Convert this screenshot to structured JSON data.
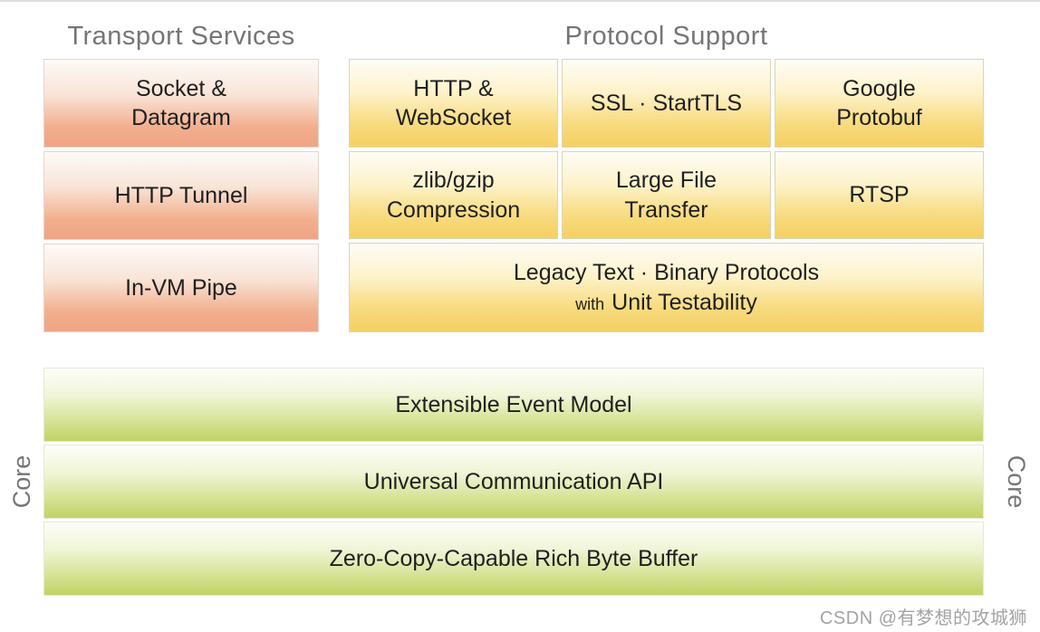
{
  "page": {
    "background": "#ffffff",
    "watermark": "CSDN @有梦想的攻城狮"
  },
  "headers": {
    "transport": "Transport Services",
    "protocol": "Protocol Support"
  },
  "transport_services": {
    "boxes": [
      {
        "label": "Socket &\nDatagram"
      },
      {
        "label": "HTTP Tunnel"
      },
      {
        "label": "In-VM Pipe"
      }
    ]
  },
  "protocol_support": {
    "cells": [
      {
        "label": "HTTP &\nWebSocket"
      },
      {
        "label": "SSL · StartTLS"
      },
      {
        "label": "Google\nProtobuf"
      },
      {
        "label": "zlib/gzip\nCompression"
      },
      {
        "label": "Large File\nTransfer"
      },
      {
        "label": "RTSP"
      }
    ],
    "legacy": {
      "line1": "Legacy Text · Binary Protocols",
      "with_word": "with",
      "line2_rest": "Unit Testability"
    }
  },
  "core": {
    "left_label": "Core",
    "right_label": "Core",
    "rows": [
      {
        "label": "Extensible Event Model"
      },
      {
        "label": "Universal Communication API"
      },
      {
        "label": "Zero-Copy-Capable Rich Byte Buffer"
      }
    ]
  },
  "colors": {
    "transport_box_bottom": "#efa585",
    "protocol_box_bottom": "#f5d166",
    "core_box_bottom": "#c3d469",
    "header_text": "#757575",
    "box_text": "#1f1f1f",
    "watermark_text": "#a3a3a3",
    "top_line": "#dcdcdc"
  }
}
